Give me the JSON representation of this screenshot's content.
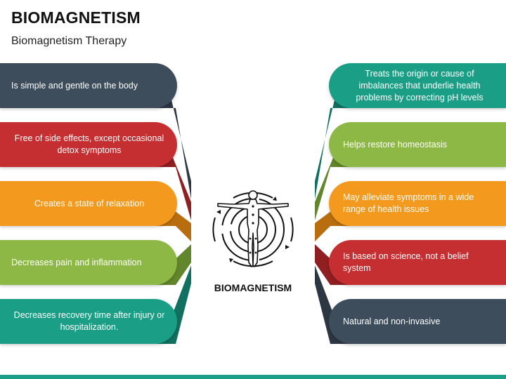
{
  "title": "BIOMAGNETISM",
  "subtitle": "Biomagnetism Therapy",
  "center_label": "BIOMAGNETISM",
  "center_icon": "human-body-magnetic-field-icon",
  "left_items": [
    {
      "text": "Is simple and gentle on the body",
      "color": "#3e4d5c",
      "dark": "#2c3743"
    },
    {
      "text": "Free of side effects, except occasional detox symptoms",
      "color": "#c62f31",
      "dark": "#8f1f21"
    },
    {
      "text": "Creates a state of relaxation",
      "color": "#f39a1e",
      "dark": "#b86e0f"
    },
    {
      "text": "Decreases pain and inflammation",
      "color": "#8db845",
      "dark": "#62862b"
    },
    {
      "text": "Decreases recovery time after injury or hospitalization.",
      "color": "#1a9e86",
      "dark": "#11705f"
    }
  ],
  "right_items": [
    {
      "text": "Treats the origin or cause of imbalances that underlie health problems by correcting pH levels",
      "color": "#1a9e86",
      "dark": "#11705f"
    },
    {
      "text": "Helps restore homeostasis",
      "color": "#8db845",
      "dark": "#62862b"
    },
    {
      "text": "May alleviate symptoms in a wide range of health issues",
      "color": "#f39a1e",
      "dark": "#b86e0f"
    },
    {
      "text": "Is based on science, not a belief system",
      "color": "#c62f31",
      "dark": "#8f1f21"
    },
    {
      "text": "Natural and non-invasive",
      "color": "#3e4d5c",
      "dark": "#2c3743"
    }
  ]
}
